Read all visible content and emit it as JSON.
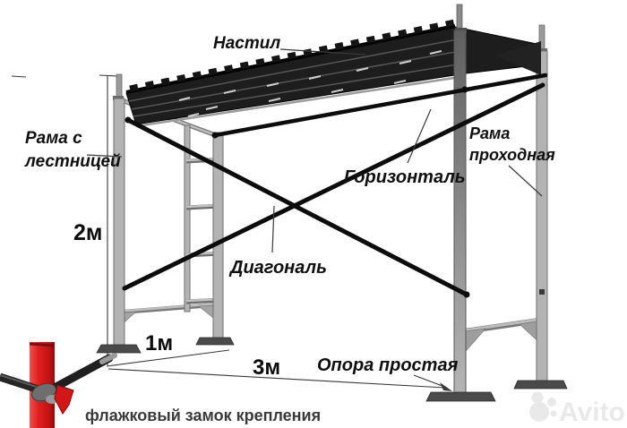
{
  "diagram": {
    "labels": {
      "decking": "Настил",
      "ladder_frame_line1": "Рама с",
      "ladder_frame_line2": "лестницей",
      "horizontal": "Горизонталь",
      "walkthrough_frame_line1": "Рама",
      "walkthrough_frame_line2": "проходная",
      "diagonal": "Диагональ",
      "simple_support": "Опора простая",
      "flag_lock_caption": "флажковый замок крепления"
    },
    "dimensions": {
      "height": "2м",
      "depth": "1м",
      "length": "3м"
    }
  },
  "watermark": {
    "text": "Avito"
  },
  "colors": {
    "label_text": "#101010",
    "caption_text": "#3a3a3a",
    "brace_black": "#0c0c0c",
    "deck_dark": "#1d1d1d",
    "post_gray": "#b3b3b3",
    "red_pipe": "#e01f1f",
    "red_flag": "#d31616",
    "watermark_gray": "#e9e9e9"
  }
}
